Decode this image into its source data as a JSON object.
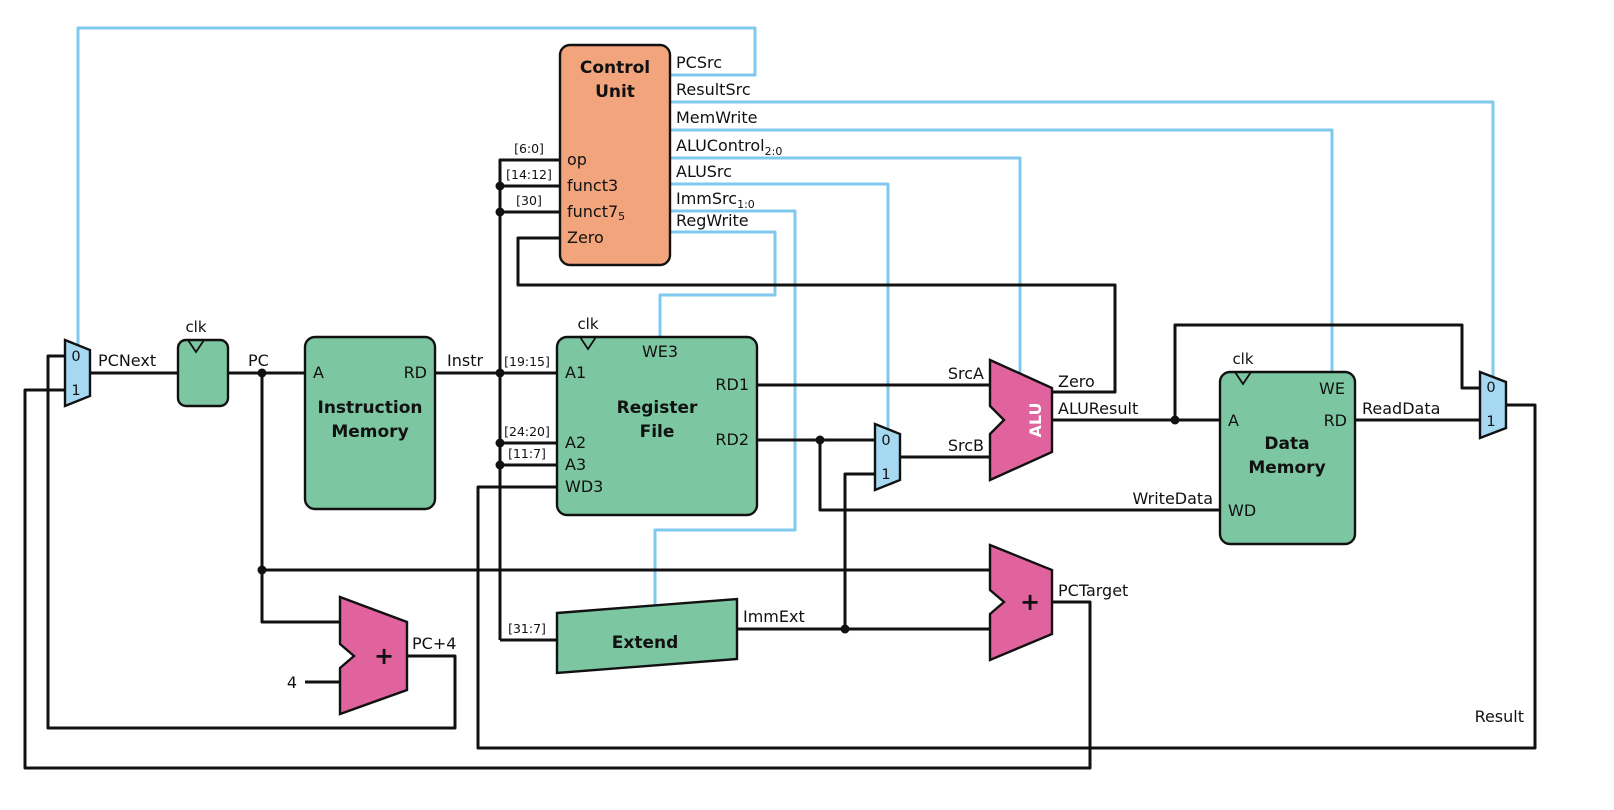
{
  "colors": {
    "unit_green": "#7CC7A2",
    "control_orange": "#F2A47C",
    "alu_pink": "#E0639D",
    "mux_blue": "#A6D9F1",
    "control_wire_blue": "#7FC9EE"
  },
  "control_unit": {
    "title_line1": "Control",
    "title_line2": "Unit",
    "input_op": "op",
    "input_funct3": "funct3",
    "input_funct7": "funct7",
    "input_funct7_sub": "5",
    "input_zero": "Zero",
    "out_pcsrc": "PCSrc",
    "out_resultsrc": "ResultSrc",
    "out_memwrite": "MemWrite",
    "out_alucontrol": "ALUControl",
    "out_alucontrol_sub": "2:0",
    "out_alusrc": "ALUSrc",
    "out_immsrc": "ImmSrc",
    "out_immsrc_sub": "1:0",
    "out_regwrite": "RegWrite"
  },
  "pc_register": {
    "clk": "clk"
  },
  "instruction_memory": {
    "title_line1": "Instruction",
    "title_line2": "Memory",
    "port_a": "A",
    "port_rd": "RD"
  },
  "register_file": {
    "title_line1": "Register",
    "title_line2": "File",
    "clk": "clk",
    "port_we3": "WE3",
    "port_a1": "A1",
    "port_a2": "A2",
    "port_a3": "A3",
    "port_wd3": "WD3",
    "port_rd1": "RD1",
    "port_rd2": "RD2"
  },
  "extend_unit": {
    "label": "Extend"
  },
  "alu": {
    "label": "ALU"
  },
  "data_memory": {
    "title_line1": "Data",
    "title_line2": "Memory",
    "clk": "clk",
    "port_we": "WE",
    "port_a": "A",
    "port_wd": "WD",
    "port_rd": "RD"
  },
  "adders": {
    "plus": "+",
    "pcplus4_label": "PC+4",
    "pctarget_label": "PCTarget",
    "constant_four": "4"
  },
  "muxes": {
    "zero": "0",
    "one": "1"
  },
  "bit_slices": {
    "op": "[6:0]",
    "funct3": "[14:12]",
    "funct7": "[30]",
    "rs1": "[19:15]",
    "rs2": "[24:20]",
    "rd": "[11:7]",
    "imm": "[31:7]"
  },
  "signals": {
    "pcnext": "PCNext",
    "pc": "PC",
    "instr": "Instr",
    "srca": "SrcA",
    "srcb": "SrcB",
    "zero": "Zero",
    "aluresult": "ALUResult",
    "readdata": "ReadData",
    "writedata": "WriteData",
    "immext": "ImmExt",
    "result": "Result"
  }
}
